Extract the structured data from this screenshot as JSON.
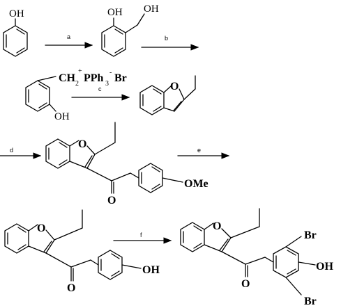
{
  "reagents": {
    "a": "a",
    "b": "b",
    "c": "c",
    "d": "d",
    "e": "e",
    "f": "f"
  },
  "labels": {
    "oh": "OH",
    "o": "O",
    "ch2": "CH",
    "ch2_sub": "2",
    "plus": "+",
    "pph": "PPh",
    "pph_sub": "3",
    "br_minus": "-",
    "br": "Br",
    "ome": "OMe"
  }
}
